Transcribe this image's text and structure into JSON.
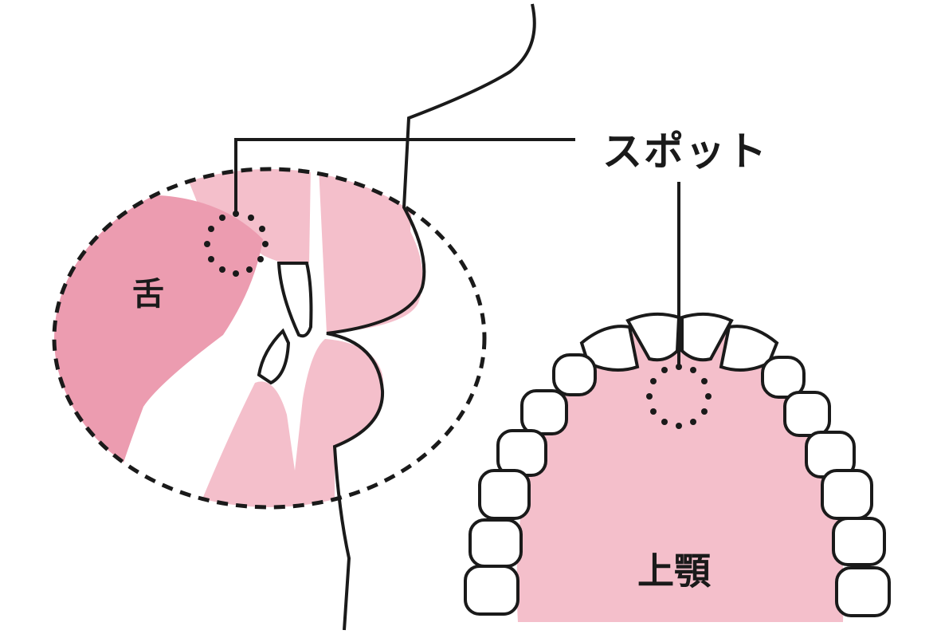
{
  "labels": {
    "spot": "スポット",
    "tongue": "舌",
    "upper_jaw": "上顎"
  },
  "colors": {
    "tongue": "#ec9cb0",
    "tissue": "#f4bfcb",
    "line": "#1a1a1a"
  }
}
